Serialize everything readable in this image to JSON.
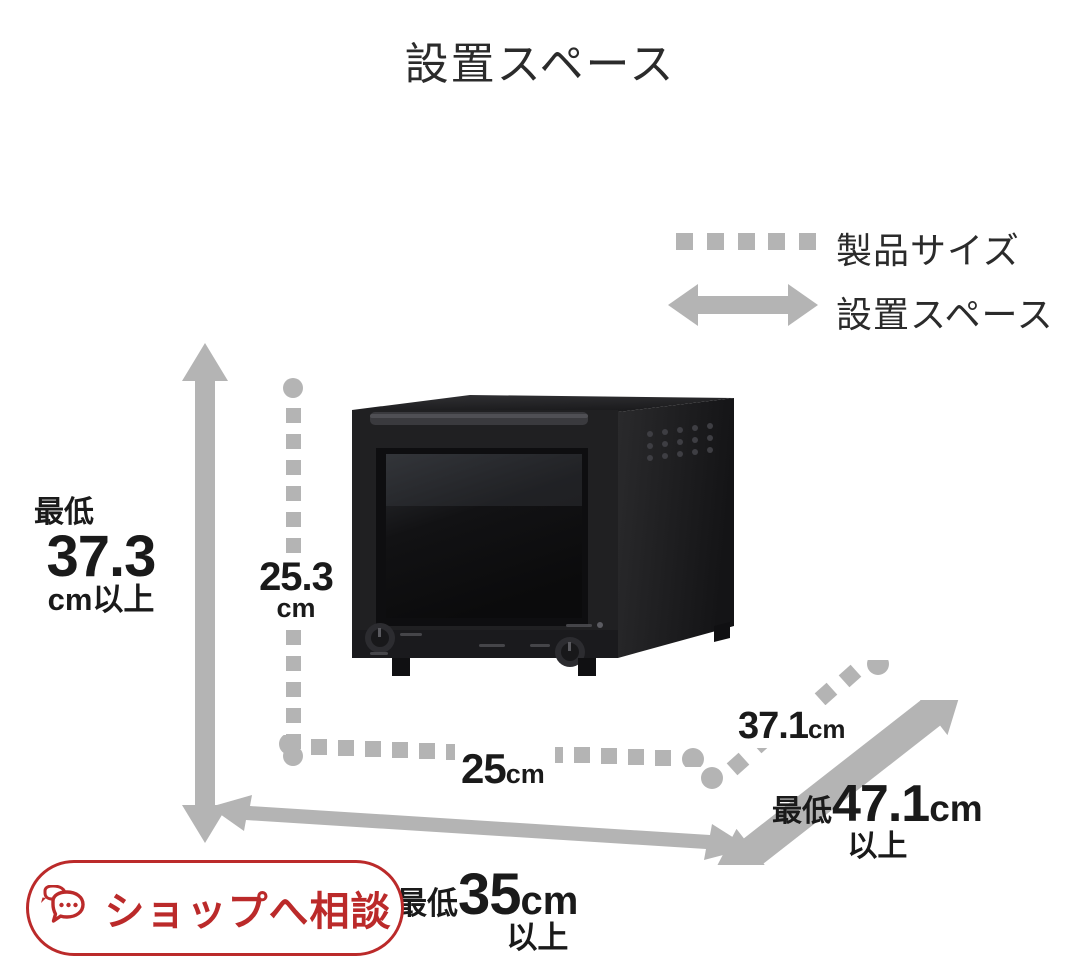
{
  "title": "設置スペース",
  "legend": {
    "product_size_label": "製品サイズ",
    "install_space_label": "設置スペース",
    "dash_color": "#b4b4b4",
    "arrow_color": "#b4b4b4"
  },
  "measurements": {
    "install_height": {
      "prefix": "最低",
      "value": "37.3",
      "suffix": "cm以上"
    },
    "product_height": {
      "value": "25.3",
      "unit": "cm"
    },
    "product_width": {
      "value": "25",
      "unit": "cm"
    },
    "install_width": {
      "prefix": "最低",
      "value": "35",
      "unit": "cm",
      "suffix": "以上"
    },
    "product_depth": {
      "value": "37.1",
      "unit": "cm"
    },
    "install_depth": {
      "prefix": "最低",
      "value": "47.1",
      "unit": "cm",
      "suffix": "以上"
    }
  },
  "shop_button": {
    "label": "ショップへ相談",
    "color": "#bb2a2a",
    "icon": "chat-bubbles-icon"
  },
  "product": {
    "name": "black-toaster-oven",
    "body_color": "#1d1d1f"
  }
}
